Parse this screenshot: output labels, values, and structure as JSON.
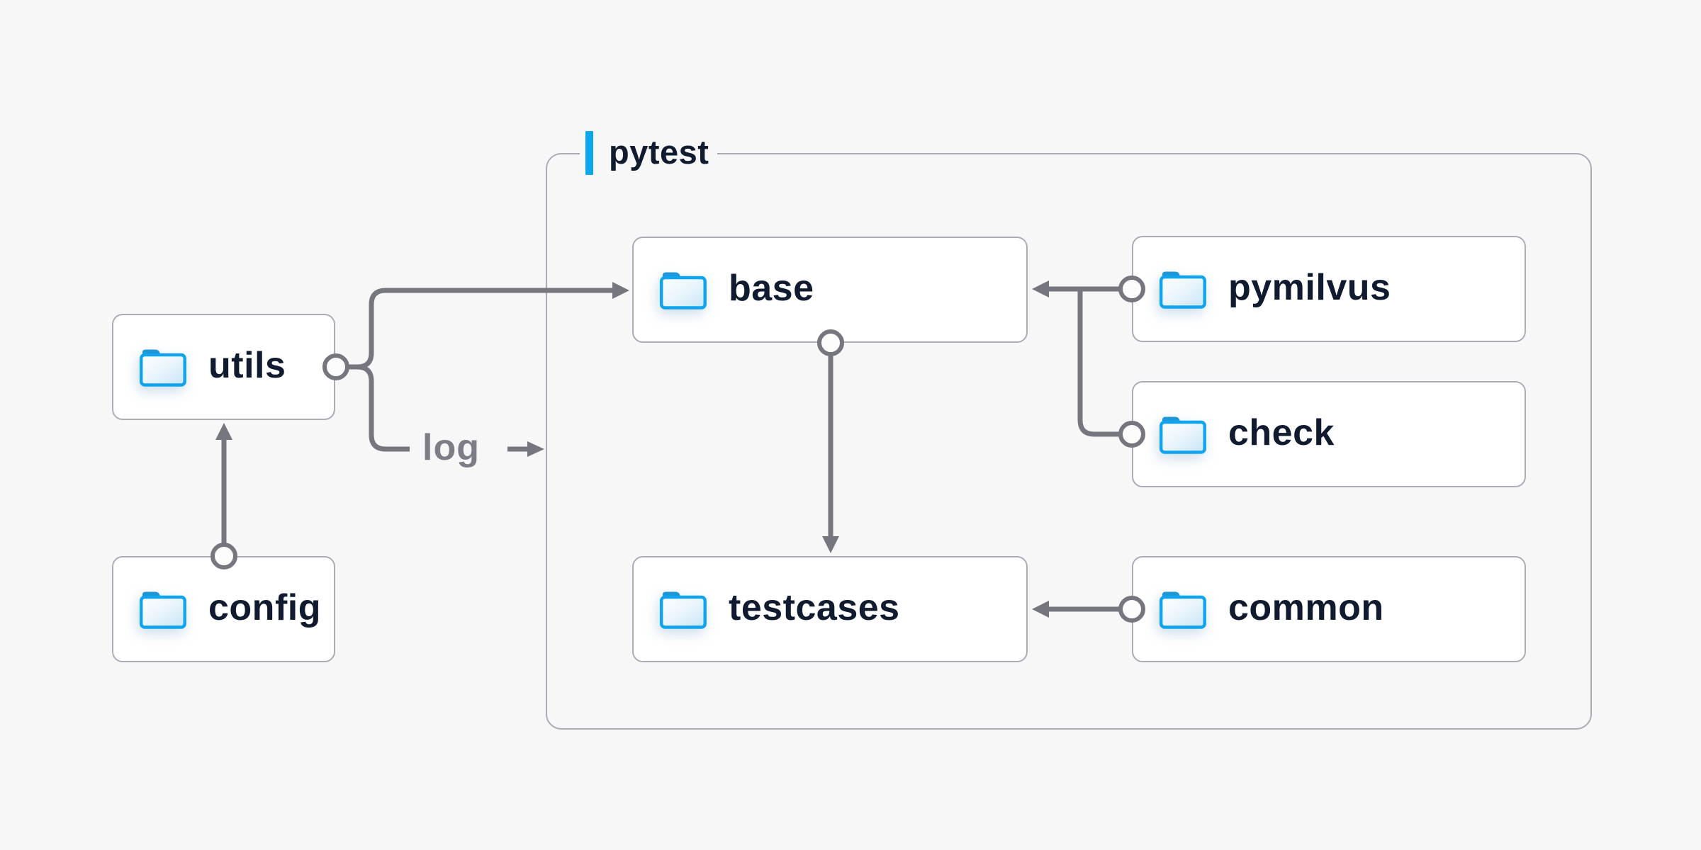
{
  "diagram": {
    "background": "#f7f7f8",
    "group": {
      "label": "pytest",
      "accent_color": "#0da7ed"
    },
    "nodes": [
      {
        "id": "utils",
        "label": "utils",
        "icon": "folder-icon"
      },
      {
        "id": "config",
        "label": "config",
        "icon": "folder-icon"
      },
      {
        "id": "base",
        "label": "base",
        "icon": "folder-icon"
      },
      {
        "id": "pymilvus",
        "label": "pymilvus",
        "icon": "folder-icon"
      },
      {
        "id": "check",
        "label": "check",
        "icon": "folder-icon"
      },
      {
        "id": "testcases",
        "label": "testcases",
        "icon": "folder-icon"
      },
      {
        "id": "common",
        "label": "common",
        "icon": "folder-icon"
      }
    ],
    "edge_label": "log",
    "edges": [
      {
        "from": "config",
        "to": "utils",
        "style": "circle-to-arrow"
      },
      {
        "from": "utils",
        "to": "base",
        "style": "circle-to-arrow"
      },
      {
        "from": "utils",
        "to": "log",
        "style": "circle-to-label",
        "label": "log"
      },
      {
        "from": "pymilvus",
        "to": "base",
        "style": "circle-to-arrow"
      },
      {
        "from": "check",
        "to": "base",
        "style": "circle-join"
      },
      {
        "from": "base",
        "to": "testcases",
        "style": "circle-to-arrow"
      },
      {
        "from": "common",
        "to": "testcases",
        "style": "circle-to-arrow"
      }
    ],
    "colors": {
      "connector_gray": "#76767f",
      "box_border_gray": "#acacb7",
      "box_fill": "#ffffff",
      "label_navy": "#101b2f",
      "edge_label_gray": "#7d7d87",
      "folder_border_blue": "#10a4ee",
      "folder_tab_blue": "#1e97d8",
      "accent_blue": "#0da7ed"
    }
  }
}
